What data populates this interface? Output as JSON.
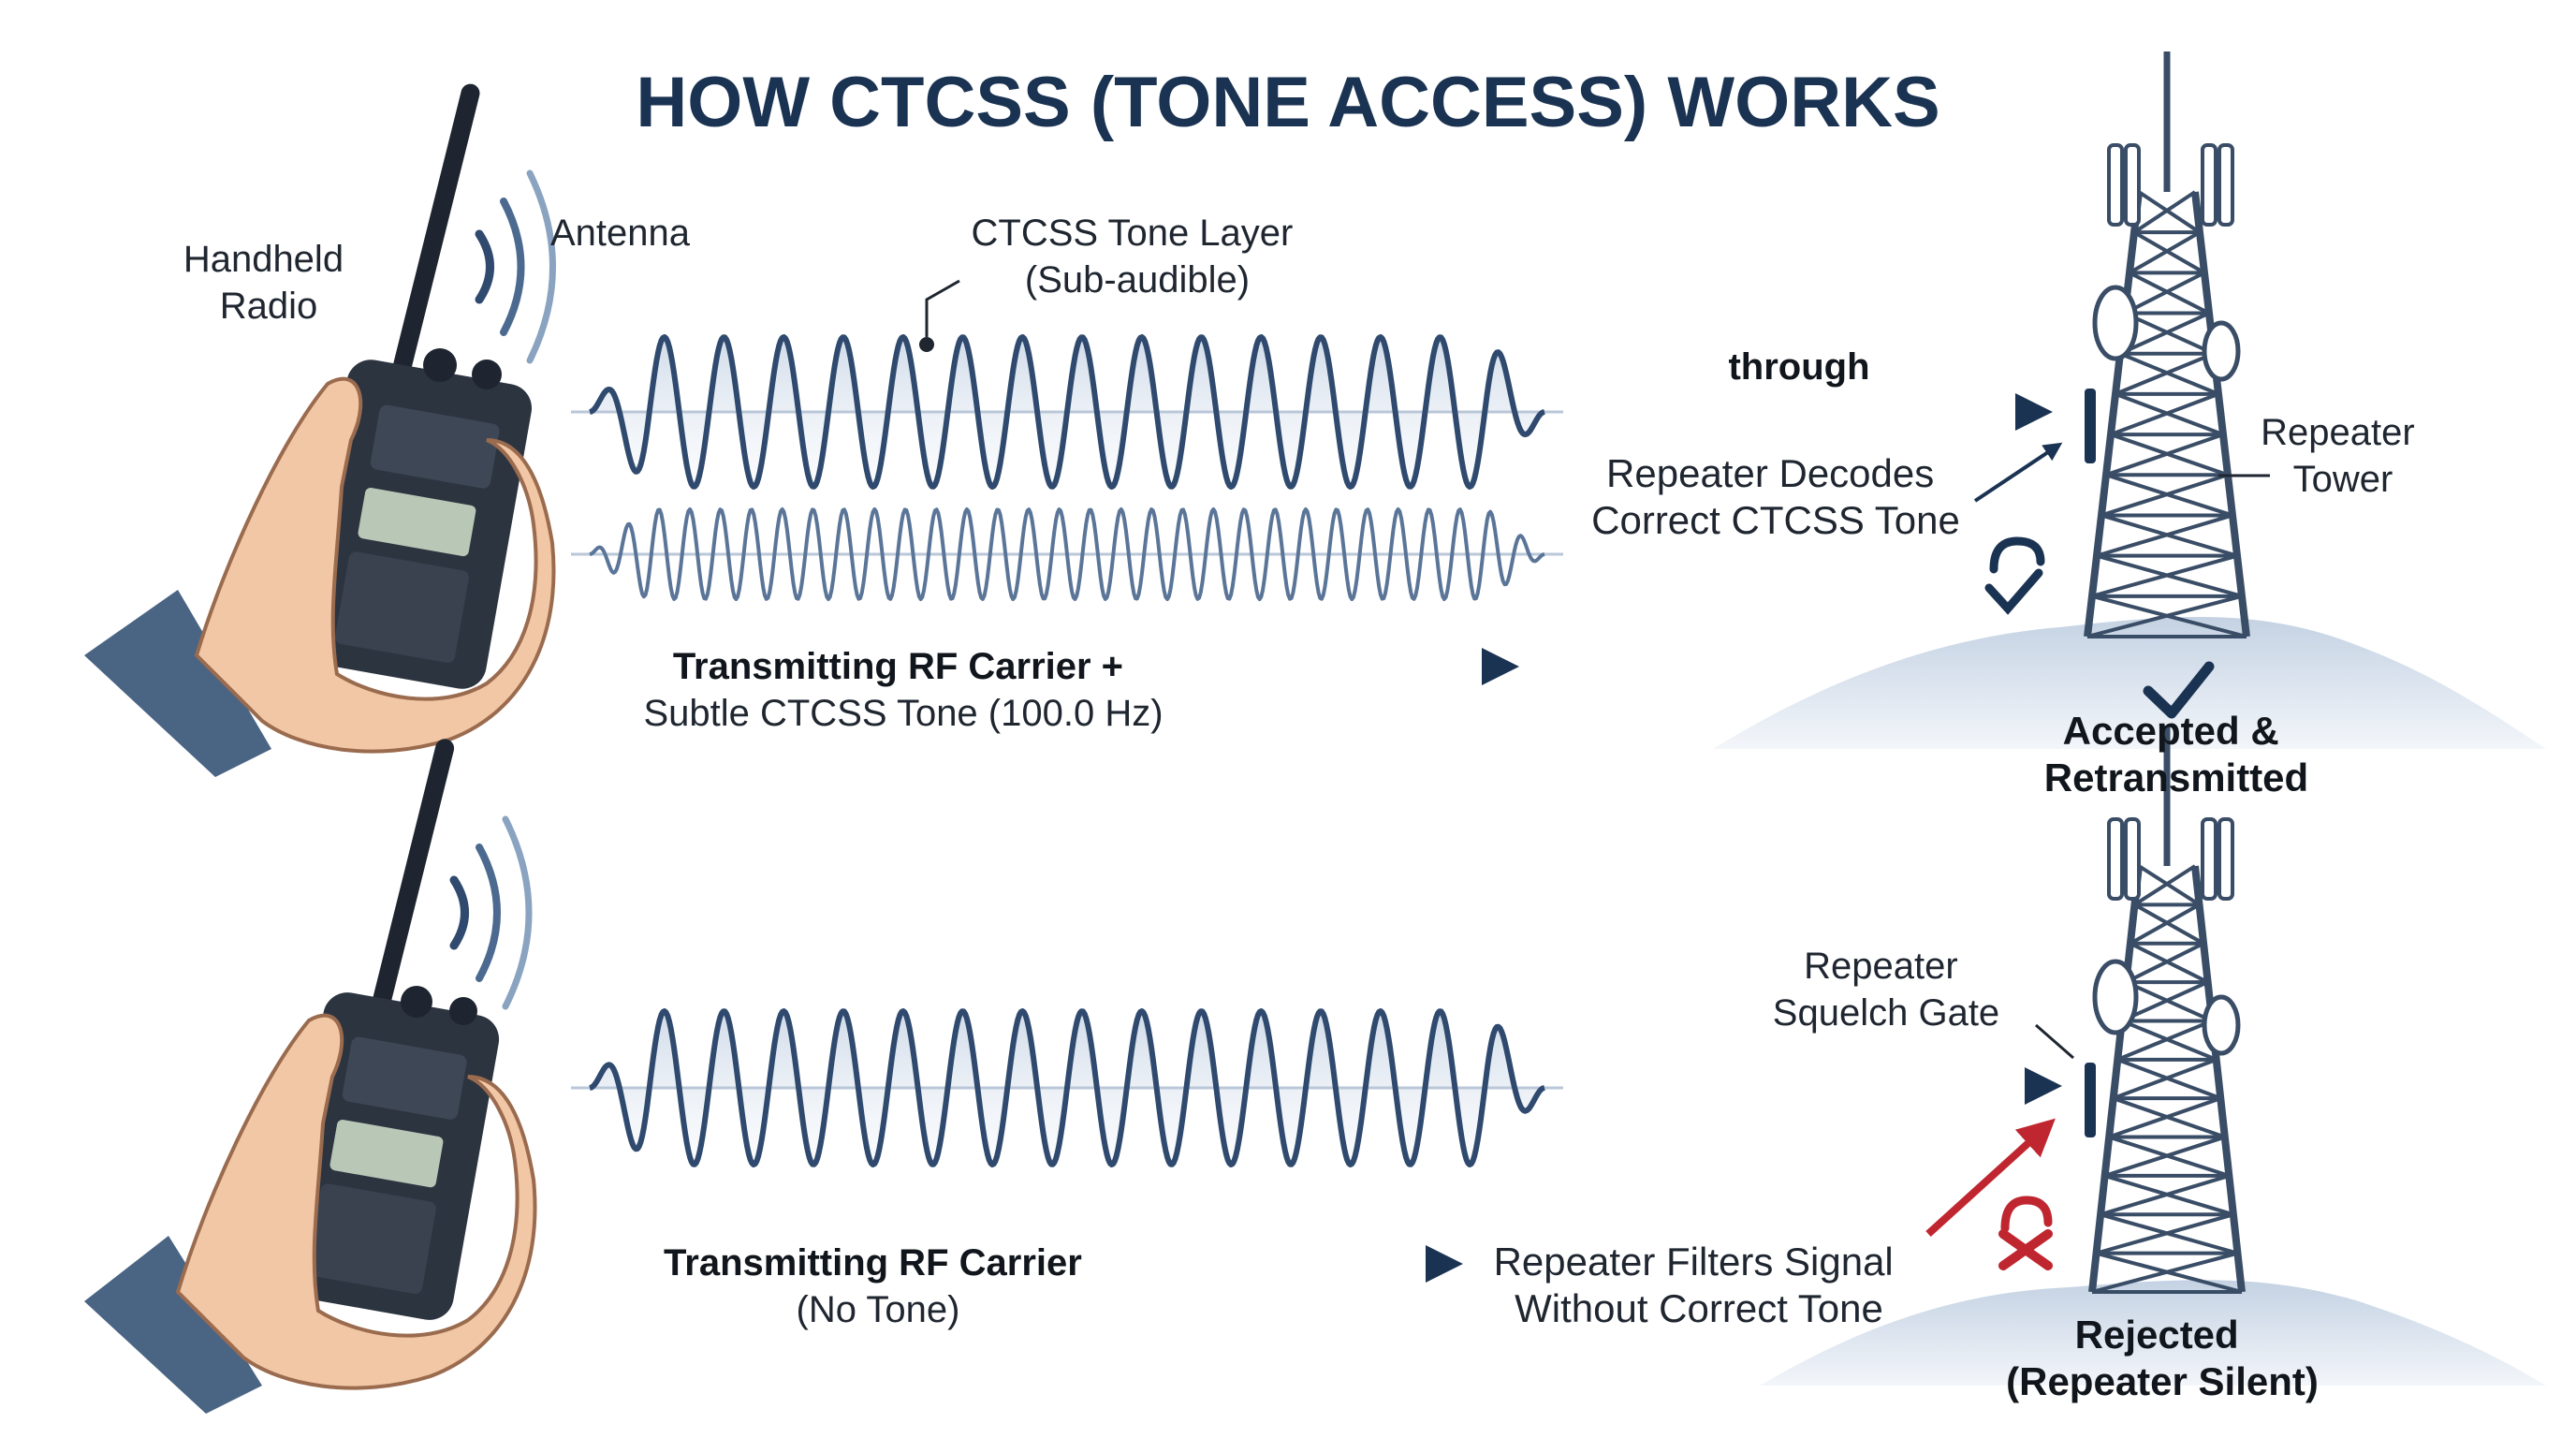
{
  "title": "HOW CTCSS (TONE ACCESS) WORKS",
  "labels": {
    "handheld_radio": [
      "Handheld",
      "Radio"
    ],
    "antenna": "Antenna",
    "tone_layer": [
      "CTCSS Tone Layer",
      "(Sub-audible)"
    ],
    "through": "through",
    "decodes": [
      "Repeater Decodes",
      "Correct CTCSS Tone"
    ],
    "repeater_tower": [
      "Repeater",
      "Tower"
    ],
    "transmit_top": [
      "Transmitting RF Carrier +",
      "Subtle CTCSS Tone (100.0 Hz)"
    ],
    "accepted": [
      "Accepted &",
      "Retransmitted"
    ],
    "squelch_gate": [
      "Repeater",
      "Squelch Gate"
    ],
    "transmit_bottom": [
      "Transmitting RF Carrier",
      "(No Tone)"
    ],
    "filters": [
      "Repeater Filters Signal",
      "Without Correct Tone"
    ],
    "rejected": [
      "Rejected",
      "(Repeater Silent)"
    ]
  },
  "colors": {
    "navy": "#1b3352",
    "wave": "#2f4a6e",
    "wave_fill": "#c9d6e6",
    "hill": "#dbe4ef",
    "accept": "#1b3352",
    "reject": "#c0262f",
    "skin": "#f2c7a5",
    "radio": "#2c3440"
  },
  "icons": {
    "accept_check": "check-icon",
    "reject_x": "x-icon",
    "lock_open": "open-lock-icon",
    "lock_broken": "broken-lock-icon"
  }
}
